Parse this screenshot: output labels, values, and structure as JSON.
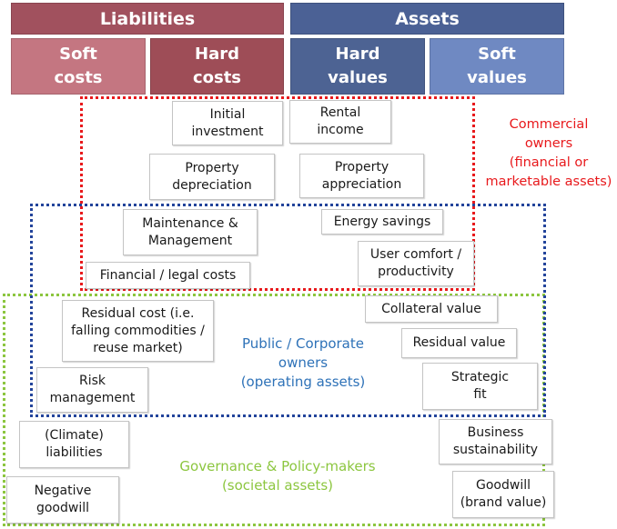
{
  "colors": {
    "liabilities": "#a1515e",
    "soft_costs": "#c47681",
    "hard_costs": "#9e4d57",
    "assets": "#4b6195",
    "hard_values": "#4d6393",
    "soft_values": "#6f89c2",
    "commercial": "#e8191c",
    "public": "#23449b",
    "governance": "#8cc63f"
  },
  "header": {
    "liabilities": "Liabilities",
    "assets": "Assets",
    "soft_costs": [
      "Soft",
      "costs"
    ],
    "hard_costs": [
      "Hard",
      "costs"
    ],
    "hard_values": [
      "Hard",
      "values"
    ],
    "soft_values": [
      "Soft",
      "values"
    ]
  },
  "regions": {
    "commercial": [
      "Commercial",
      "owners",
      "(financial or",
      "marketable assets)"
    ],
    "public": [
      "Public / Corporate",
      "owners",
      "(operating assets)"
    ],
    "governance": [
      "Governance & Policy-makers",
      "(societal assets)"
    ]
  },
  "boxes": {
    "initial_investment": [
      "Initial",
      "investment"
    ],
    "rental_income": [
      "Rental",
      "income"
    ],
    "property_depreciation": [
      "Property",
      "depreciation"
    ],
    "property_appreciation": [
      "Property",
      "appreciation"
    ],
    "maintenance_management": [
      "Maintenance &",
      "Management"
    ],
    "energy_savings": [
      "Energy savings"
    ],
    "user_comfort": [
      "User comfort /",
      "productivity"
    ],
    "financial_legal_costs": [
      "Financial / legal costs"
    ],
    "residual_cost": [
      "Residual cost (i.e.",
      "falling commodities /",
      "reuse market)"
    ],
    "collateral_value": [
      "Collateral value"
    ],
    "residual_value": [
      "Residual value"
    ],
    "risk_management": [
      "Risk",
      "management"
    ],
    "strategic_fit": [
      "Strategic",
      "fit"
    ],
    "climate_liabilities": [
      "(Climate)",
      "liabilities"
    ],
    "business_sustainability": [
      "Business",
      "sustainability"
    ],
    "negative_goodwill": [
      "Negative",
      "goodwill"
    ],
    "goodwill": [
      "Goodwill",
      "(brand value)"
    ]
  }
}
